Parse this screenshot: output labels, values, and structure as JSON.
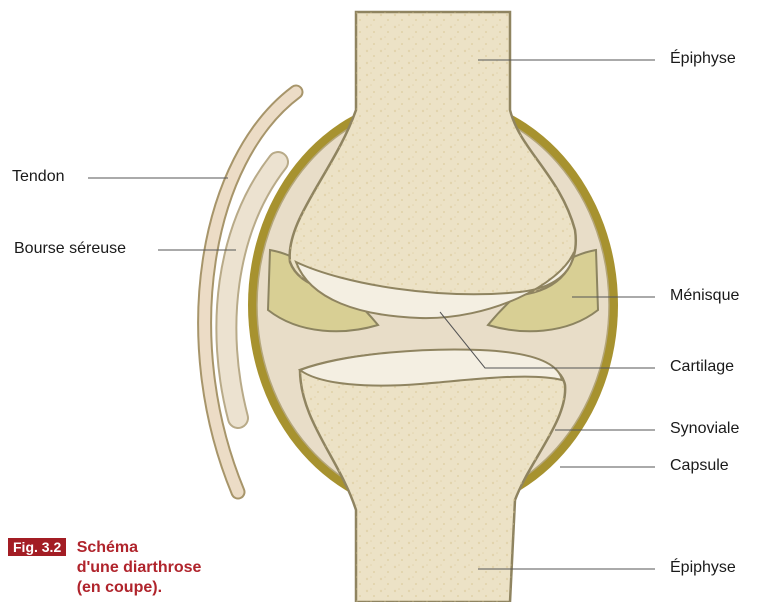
{
  "labels": {
    "epiphyse_top": "Épiphyse",
    "tendon": "Tendon",
    "bourse": "Bourse séreuse",
    "menisque": "Ménisque",
    "cartilage": "Cartilage",
    "synoviale": "Synoviale",
    "capsule": "Capsule",
    "epiphyse_bottom": "Épiphyse"
  },
  "caption": {
    "badge": "Fig. 3.2",
    "line1": "Schéma",
    "line2": "d'une diarthrose",
    "line3": "(en coupe)."
  },
  "colors": {
    "bone": "#ece2c6",
    "bone_dots": "#d9c998",
    "capsule": "#a7922f",
    "synovial_fluid": "#e8ddc8",
    "meniscus": "#d8cf94",
    "tendon": "#ecdcc6",
    "caption_red": "#a31d24"
  }
}
